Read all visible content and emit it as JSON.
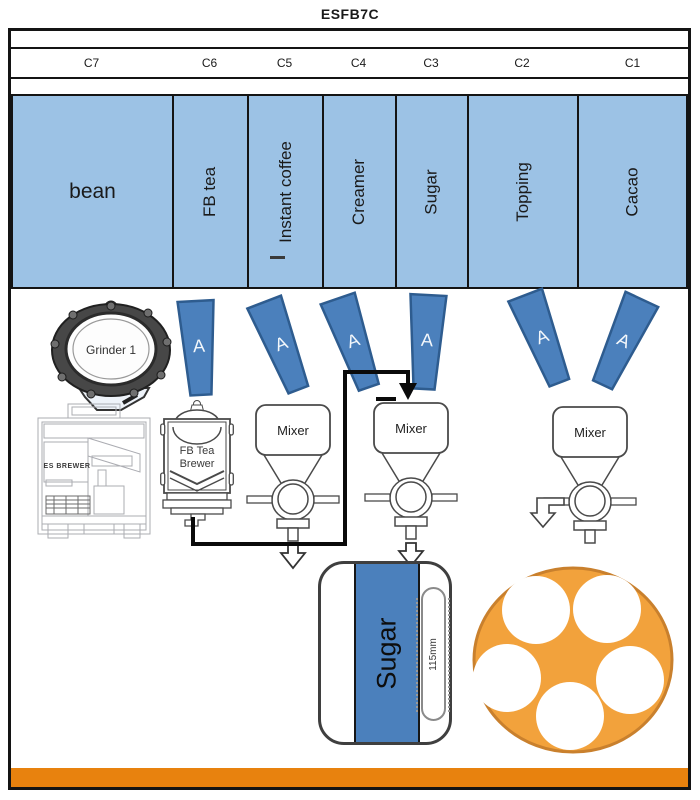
{
  "title": "ESFB7C",
  "colors": {
    "canister_blue": "#9CC2E5",
    "chute_blue": "#4B80BC",
    "chute_border": "#2E5C8F",
    "turret_orange": "#F2A23C",
    "turret_border": "#C9802D",
    "bar_orange": "#E8820E",
    "line_black": "#141414"
  },
  "table": {
    "columns": [
      {
        "code": "C7",
        "label": "bean"
      },
      {
        "code": "C6",
        "label": "FB tea"
      },
      {
        "code": "C5",
        "label": "Instant coffee"
      },
      {
        "code": "C4",
        "label": "Creamer"
      },
      {
        "code": "C3",
        "label": "Sugar"
      },
      {
        "code": "C2",
        "label": "Topping"
      },
      {
        "code": "C1",
        "label": "Cacao"
      }
    ]
  },
  "components": {
    "grinder": {
      "label": "Grinder 1"
    },
    "es_brewer": {
      "label": "ES BREWER"
    },
    "fb_tea_brewer": {
      "label_line1": "FB Tea",
      "label_line2": "Brewer"
    },
    "chutes": [
      {
        "label": "A"
      },
      {
        "label": "A"
      },
      {
        "label": "A"
      },
      {
        "label": "A"
      },
      {
        "label": "A"
      },
      {
        "label": "A"
      }
    ],
    "mixers": [
      {
        "label": "Mixer"
      },
      {
        "label": "Mixer"
      },
      {
        "label": "Mixer"
      }
    ],
    "sugar_dispenser": {
      "label": "Sugar",
      "width_label": "115mm"
    },
    "cup_turret": {
      "cup_count": 5
    }
  }
}
